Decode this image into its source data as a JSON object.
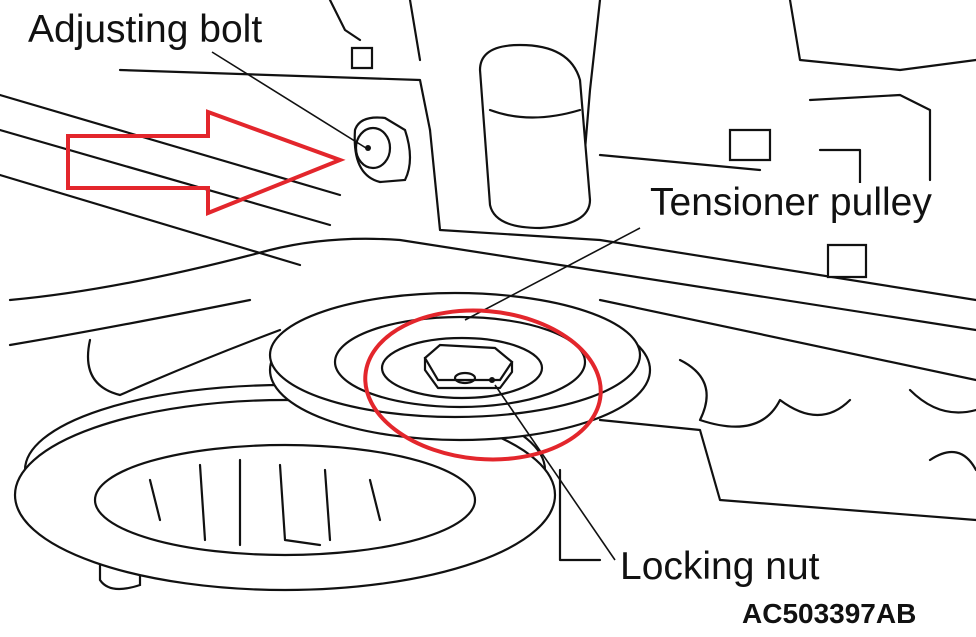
{
  "labels": {
    "adjusting_bolt": "Adjusting bolt",
    "tensioner_pulley": "Tensioner pulley",
    "locking_nut": "Locking nut"
  },
  "figure_code": "AC503397AB",
  "colors": {
    "highlight": "#e3262c",
    "line": "#111111"
  }
}
